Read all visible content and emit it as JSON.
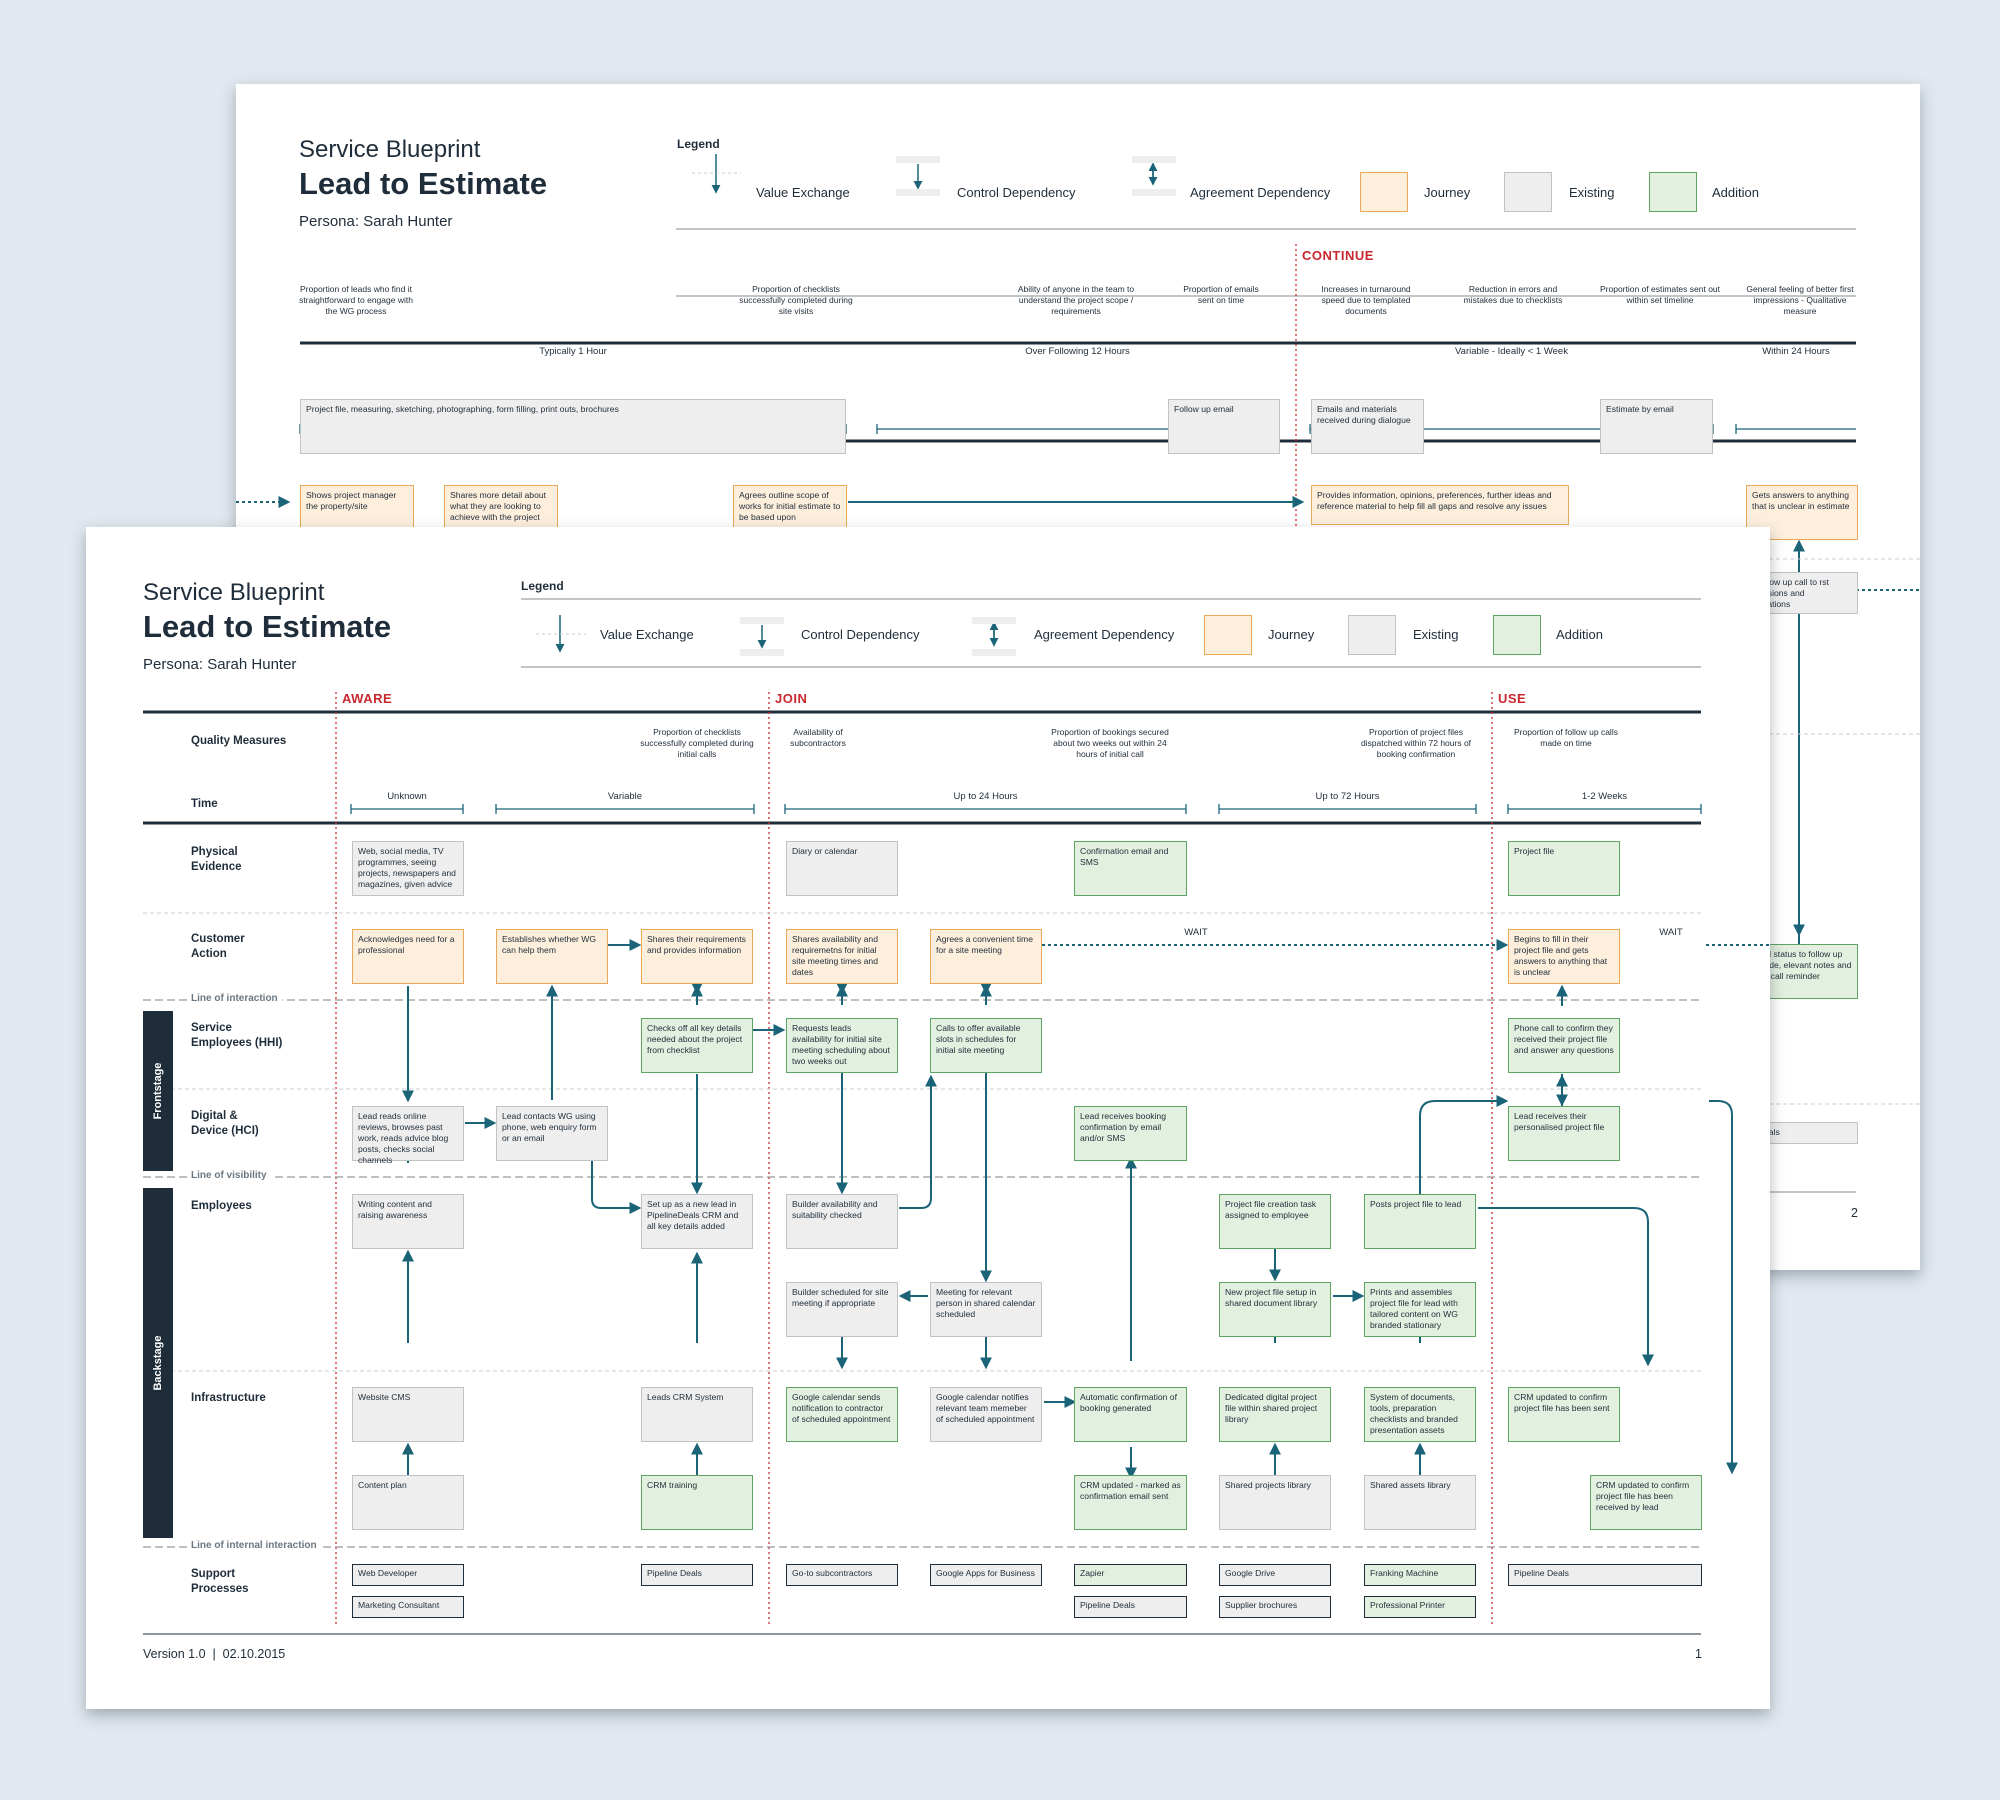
{
  "legend": {
    "title": "Legend",
    "value_exchange": "Value Exchange",
    "control_dependency": "Control Dependency",
    "agreement_dependency": "Agreement Dependency",
    "journey": "Journey",
    "existing": "Existing",
    "addition": "Addition"
  },
  "colors": {
    "journey_fill": "#fdefdc",
    "journey_border": "#e9a85a",
    "existing_fill": "#eeeeee",
    "existing_border": "#c2c2c2",
    "addition_fill": "#e3efdf",
    "addition_border": "#5ea463",
    "arrow": "#1b6478",
    "phase": "#c8282e",
    "navy": "#1f2d3a"
  },
  "back": {
    "title_small": "Service Blueprint",
    "title": "Lead to Estimate",
    "persona": "Persona: Sarah Hunter",
    "phase": "CONTINUE",
    "qm": [
      "Proportion of leads who find it straightforward to engage with the WG process",
      "Proportion of checklists successfully completed during site visits",
      "Ability of anyone in the team to understand the project scope / requirements",
      "Proportion of emails sent on time",
      "Increases in turnaround speed due to templated documents",
      "Reduction in errors and mistakes due to checklists",
      "Proportion of estimates sent out within set timeline",
      "General feeling of better first impressions - Qualitative measure"
    ],
    "time": [
      "Typically 1 Hour",
      "Over Following 12 Hours",
      "Variable - Ideally < 1 Week",
      "Within 24 Hours"
    ],
    "pe": [
      "Project file, measuring, sketching, photographing, form filling, print outs, brochures",
      "Follow up email",
      "Emails and materials received during dialogue",
      "Estimate by email"
    ],
    "ca": [
      "Shows project manager the property/site",
      "Shares more detail about what they are looking to achieve with the project",
      "Agrees outline scope of works for initial estimate to be based upon",
      "Provides information, opinions, preferences, further ideas and reference material to help fill all gaps and resolve any issues",
      "Gets answers to anything that is unclear in estimate"
    ],
    "peek": [
      "day follow up call to rst impressions and expectations",
      "te CRM status to follow up call made, elevant notes and set our call reminder",
      "line Deals"
    ],
    "page": "2"
  },
  "front": {
    "title_small": "Service Blueprint",
    "title": "Lead to Estimate",
    "persona": "Persona: Sarah Hunter",
    "phases": [
      "AWARE",
      "JOIN",
      "USE"
    ],
    "lanes": {
      "qm": "Quality Measures",
      "time": "Time",
      "pe": "Physical Evidence",
      "ca": "Customer Action",
      "se": "Service Employees (HHI)",
      "dd": "Digital & Device (HCI)",
      "emp": "Employees",
      "infra": "Infrastructure",
      "sp": "Support Processes"
    },
    "lines": {
      "interaction": "Line of interaction",
      "visibility": "Line of visibility",
      "internal": "Line of internal interaction"
    },
    "side": {
      "frontstage": "Frontstage",
      "backstage": "Backstage"
    },
    "qm": [
      "Proportion of checklists successfully completed during initial calls",
      "Availability of subcontractors",
      "Proportion of bookings secured about two weeks out within 24 hours of initial call",
      "Proportion of project files dispatched within 72 hours of booking confirmation",
      "Proportion of follow up calls made on time"
    ],
    "time": [
      "Unknown",
      "Variable",
      "Up to 24 Hours",
      "Up to 72 Hours",
      "1-2 Weeks"
    ],
    "wait": "WAIT",
    "boxes": {
      "pe1": "Web, social media, TV programmes, seeing projects, newspapers and magazines, given advice",
      "pe2": "Diary or calendar",
      "pe3": "Confirmation email and SMS",
      "pe4": "Project file",
      "ca1": "Acknowledges need for a professional",
      "ca2": "Establishes whether WG can help them",
      "ca3": "Shares their requirements and provides information",
      "ca4": "Shares availability and requiremetns for initial site meeting times and dates",
      "ca5": "Agrees a convenient time for a site meeting",
      "ca6": "Begins to fill in their project file and gets answers to anything that is unclear",
      "se1": "Checks off all key details needed about the project from checklist",
      "se2": "Requests leads availability for initial site meeting scheduling about two weeks out",
      "se3": "Calls to offer available slots in schedules for initial site meeting",
      "se4": "Phone call to confirm they received their project file and answer any questions",
      "dd1": "Lead reads online reviews, browses past work, reads advice blog posts, checks social channels",
      "dd2": "Lead contacts WG using phone, web enquiry form or an email",
      "dd3": "Lead receives booking confirmation by email and/or SMS",
      "dd4": "Lead receives their personalised project file",
      "em1": "Writing content and raising awareness",
      "em2": "Set up as a new lead in PipelineDeals CRM and all key details added",
      "em3": "Builder availability and suitability checked",
      "em4": "Project file creation task assigned to employee",
      "em5": "Posts project file to lead",
      "em6": "Builder scheduled for site meeting if appropriate",
      "em7": "Meeting for relevant person in shared calendar scheduled",
      "em8": "New project file setup in shared document library",
      "em9": "Prints and assembles project file for lead with tailored content on WG branded stationary",
      "in1": "Website CMS",
      "in2": "Leads CRM System",
      "in3": "Google calendar sends notification to contractor of scheduled appointment",
      "in4": "Google calendar notifies relevant team memeber of scheduled appointment",
      "in5": "Automatic confirmation of booking generated",
      "in6": "Dedicated digital project file within shared project library",
      "in7": "System of documents, tools, preparation checklists and branded presentation assets",
      "in8": "CRM updated to confirm project file has been sent",
      "in9": "Content plan",
      "in10": "CRM training",
      "in11": "CRM updated - marked as confirmation email sent",
      "in12": "Shared projects library",
      "in13": "Shared assets library",
      "in14": "CRM updated to confirm project file has been received by lead"
    },
    "support": {
      "s1": "Web Developer",
      "s2": "Marketing Consultant",
      "s3": "Pipeline Deals",
      "s4": "Go-to subcontractors",
      "s5": "Google Apps for Business",
      "s6": "Zapier",
      "s7": "Pipeline Deals",
      "s8": "Google Drive",
      "s9": "Supplier brochures",
      "s10": "Franking Machine",
      "s11": "Professional Printer",
      "s12": "Pipeline Deals"
    },
    "footer": "Version 1.0  |  02.10.2015",
    "page": "1"
  }
}
